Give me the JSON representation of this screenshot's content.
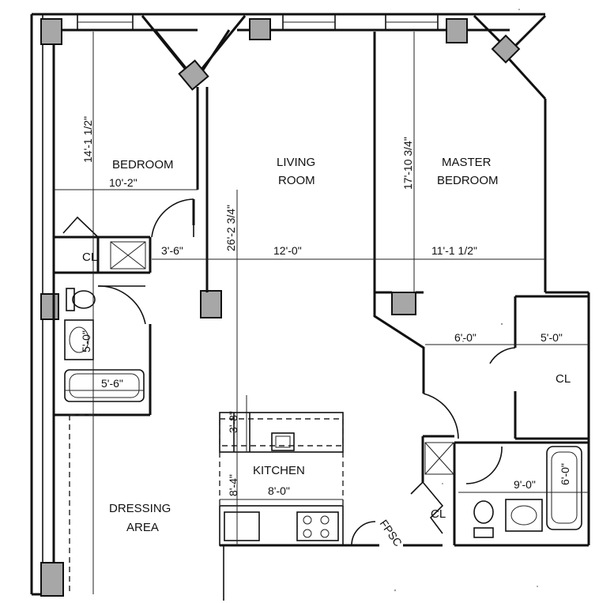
{
  "colors": {
    "ink": "#111111",
    "paper": "#ffffff",
    "column_fill": "#a7a7a7"
  },
  "rooms": {
    "bedroom": "BEDROOM",
    "living_room_line1": "LIVING",
    "living_room_line2": "ROOM",
    "master_bedroom_line1": "MASTER",
    "master_bedroom_line2": "BEDROOM",
    "kitchen": "KITCHEN",
    "dressing_area_line1": "DRESSING",
    "dressing_area_line2": "AREA",
    "closet_bedroom": "CL",
    "closet_master": "CL",
    "closet_hall": "CL",
    "fpsc": "FPSC"
  },
  "dimensions": {
    "bedroom_depth": "14'-1 1/2\"",
    "bedroom_width": "10'-2\"",
    "living_depth": "26'-2 3/4\"",
    "master_depth": "17'-10 3/4\"",
    "hall_width": "3'-6\"",
    "living_width": "12'-0\"",
    "master_width": "11'-1 1/2\"",
    "bath1_width": "5'-6\"",
    "bath1_vanity": "5'-0\"",
    "foyer_width": "6'-0\"",
    "master_closet_width": "5'-0\"",
    "kitchen_counter": "3'-8\"",
    "kitchen_depth": "8'-4\"",
    "kitchen_width": "8'-0\"",
    "bath2_width": "9'-0\"",
    "bath2_tub": "6'-0\""
  }
}
